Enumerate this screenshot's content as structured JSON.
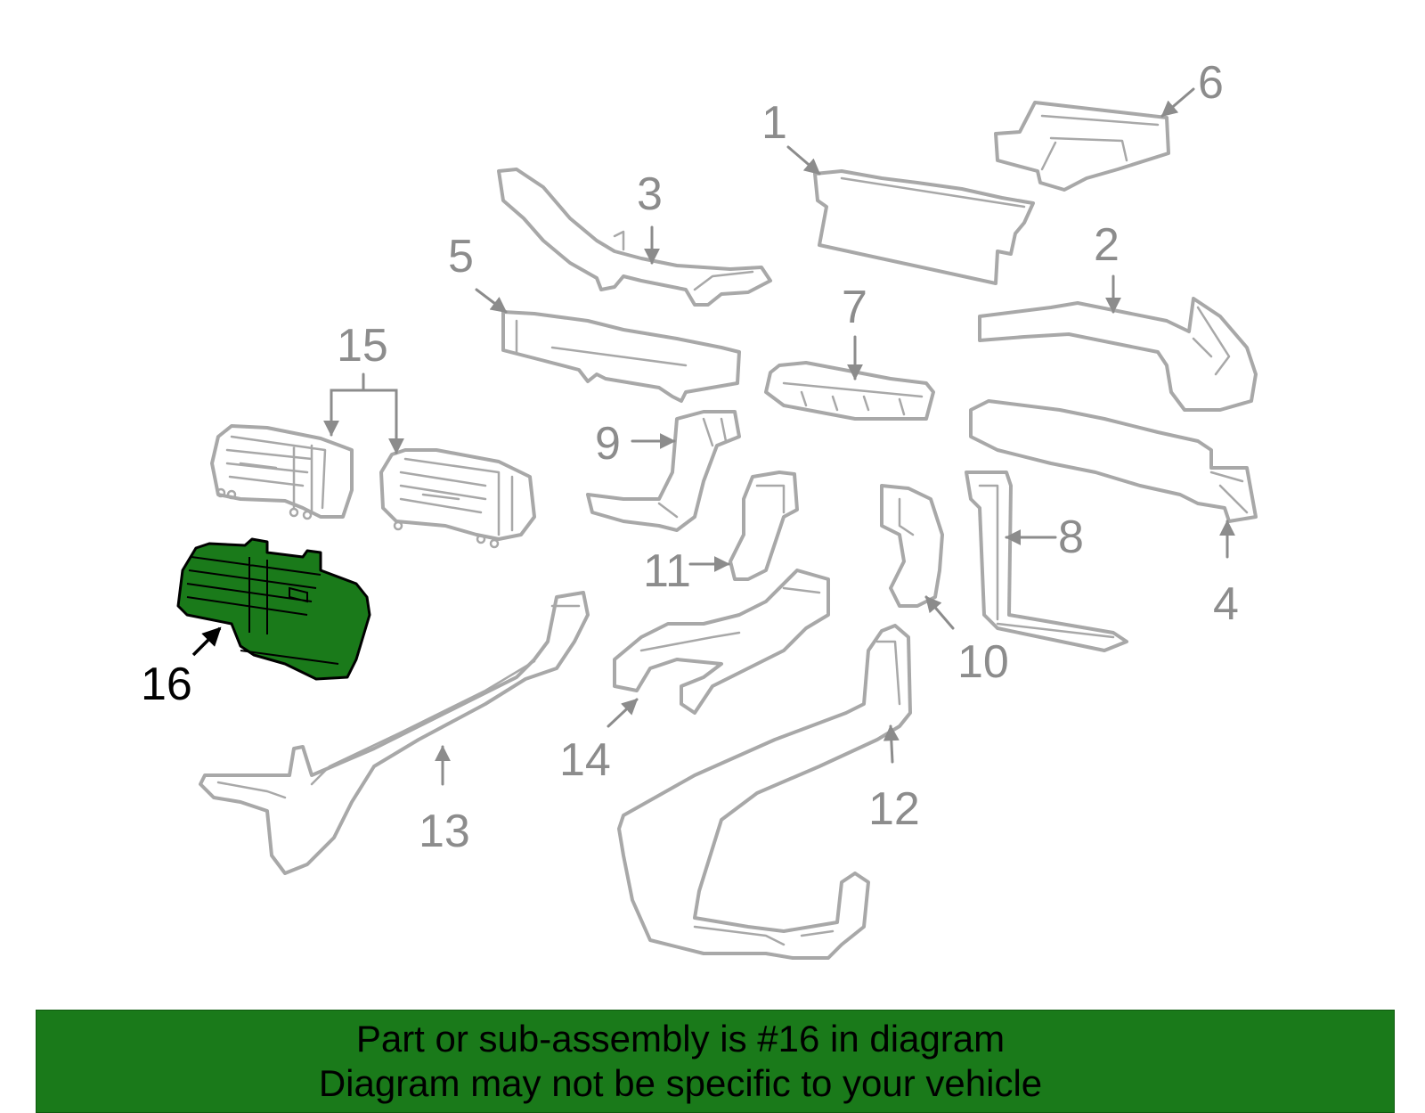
{
  "diagram": {
    "highlighted_part": "16",
    "highlight_color": "#1a7a1a",
    "part_stroke_color": "#a8a8a8",
    "callouts": [
      "1",
      "2",
      "3",
      "4",
      "5",
      "6",
      "7",
      "8",
      "9",
      "10",
      "11",
      "12",
      "13",
      "14",
      "15",
      "16"
    ]
  },
  "banner": {
    "background_color": "#1a7a1a",
    "line1": "Part or sub-assembly is #16 in diagram",
    "line2": "Diagram may not be specific to your vehicle"
  }
}
